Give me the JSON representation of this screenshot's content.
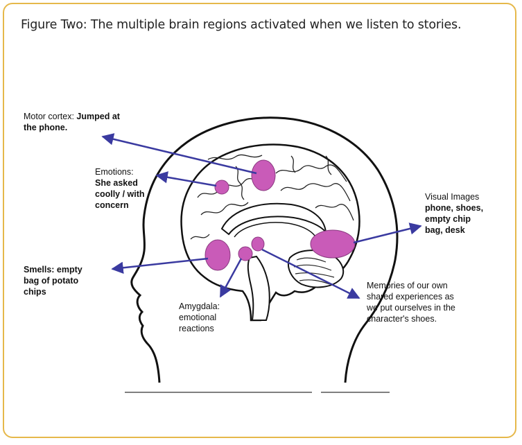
{
  "figure": {
    "caption": "Figure Two: The multiple brain regions activated when we listen to stories."
  },
  "labels": {
    "motor_cortex": {
      "line1_a": "Motor cortex: ",
      "line1_b": "Jumped at",
      "line2": "the phone."
    },
    "emotions": {
      "line1": "Emotions:",
      "line2": "She asked",
      "line3": "coolly / with",
      "line4": "concern"
    },
    "visual_images": {
      "line1": "Visual Images",
      "line2": "phone, shoes,",
      "line3": "empty chip",
      "line4": "bag, desk"
    },
    "smells": {
      "line1": "Smells: empty",
      "line2": "bag of potato",
      "line3": "chips"
    },
    "amygdala": {
      "line1": "Amygdala:",
      "line2": "emotional",
      "line3": "reactions"
    },
    "memories": {
      "line1": "Memories of our own",
      "line2": "shared experiences  as",
      "line3": "we put ourselves  in the",
      "line4": "character's shoes."
    }
  },
  "colors": {
    "frame_border": "#e6b84a",
    "region_fill": "#c95bb8",
    "arrow": "#3a3aa0",
    "line_art": "#111111"
  }
}
